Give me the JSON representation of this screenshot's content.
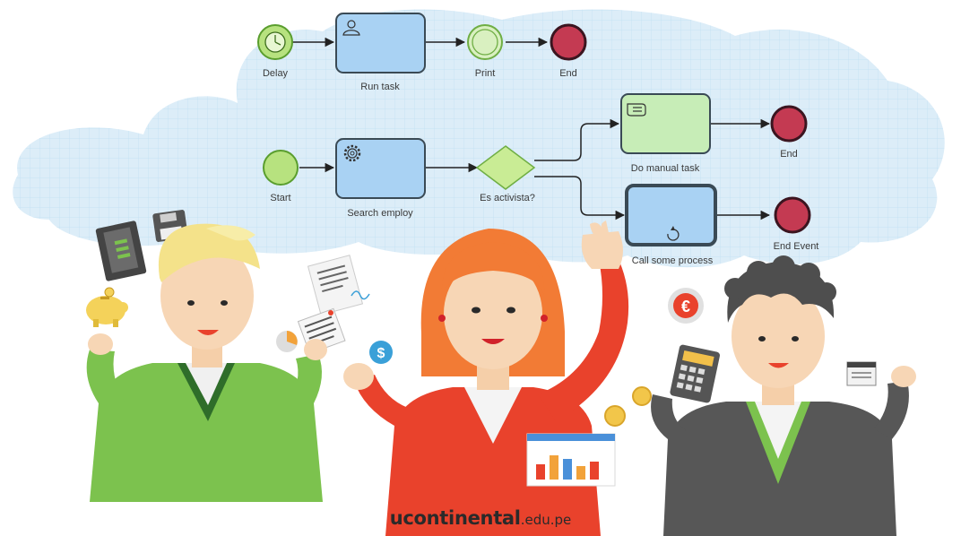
{
  "diagram": {
    "top_flow": {
      "delay_label": "Delay",
      "task_label": "Run task",
      "print_label": "Print",
      "end_label": "End"
    },
    "bottom_flow": {
      "start_label": "Start",
      "task_label": "Search employ",
      "gateway_label": "Es activista?",
      "manual_task_label": "Do manual task",
      "manual_end_label": "End",
      "call_label": "Call some process",
      "call_end_label": "End Event"
    }
  },
  "brand": {
    "name": "ucontinental",
    "domain": ".edu.pe"
  },
  "icons": [
    "timer-icon",
    "user-task-icon",
    "gear-icon",
    "hand-icon",
    "loop-icon",
    "euro-coin-icon",
    "dollar-icon",
    "piggy-bank-icon",
    "calculator-icon",
    "bar-chart-icon"
  ],
  "colors": {
    "cloud": "#dceffa",
    "event_start": "#b7e27f",
    "event_end": "#c43a52",
    "task_blue": "#a9d2f3",
    "task_green": "#c7edb7",
    "gateway": "#c9ec95",
    "woman_dress": "#e9422c",
    "man1_sweater": "#7cc24e",
    "man2_suit": "#575757"
  }
}
